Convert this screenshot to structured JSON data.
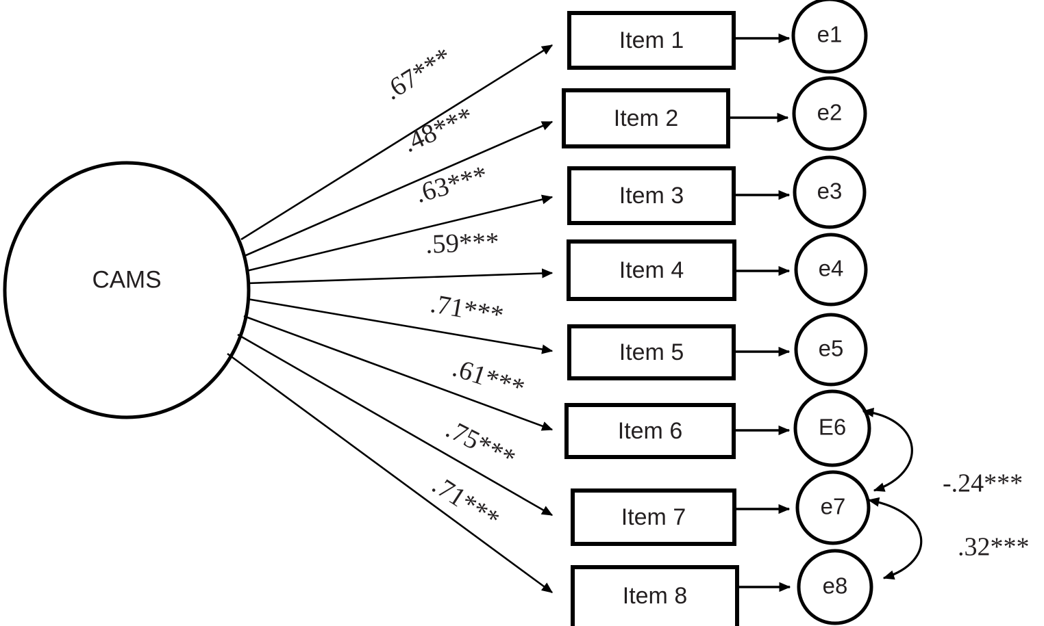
{
  "diagram": {
    "type": "sem-path-diagram",
    "title_text": "",
    "colors": {
      "stroke": "#000000",
      "text": "#231f20",
      "background": "#ffffff"
    },
    "latent": {
      "label": "CAMS",
      "shape": "ellipse"
    },
    "indicators": [
      {
        "label": "Item 1",
        "loading": ".67***",
        "error": "e1"
      },
      {
        "label": "Item 2",
        "loading": ".48***",
        "error": "e2"
      },
      {
        "label": "Item 3",
        "loading": ".63***",
        "error": "e3"
      },
      {
        "label": "Item 4",
        "loading": ".59***",
        "error": "e4"
      },
      {
        "label": "Item 5",
        "loading": ".71***",
        "error": "e5"
      },
      {
        "label": "Item 6",
        "loading": ".61***",
        "error": "E6"
      },
      {
        "label": "Item 7",
        "loading": ".75***",
        "error": "e7"
      },
      {
        "label": "Item 8",
        "loading": ".71***",
        "error": "e8"
      }
    ],
    "correlations": [
      {
        "label": "-.24***",
        "from": "E6",
        "to": "e7"
      },
      {
        "label": ".32***",
        "from": "e7",
        "to": "e8"
      }
    ]
  }
}
